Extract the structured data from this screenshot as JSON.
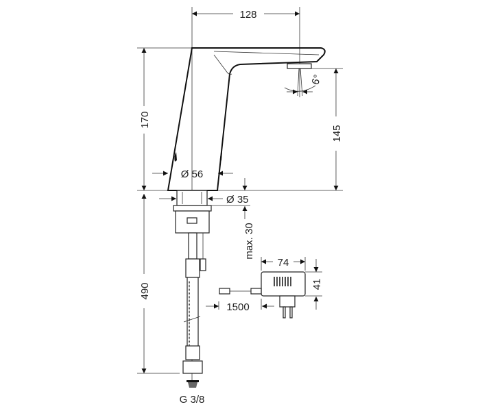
{
  "drawing": {
    "dimensions": {
      "spout_reach": "128",
      "total_height": "170",
      "spout_height": "145",
      "spray_angle": "6°",
      "body_diameter": "Ø 56",
      "shank_diameter": "Ø 35",
      "max_counter_thickness": "max. 30",
      "hose_length": "490",
      "adapter_width": "74",
      "adapter_height": "41",
      "cable_length": "1500",
      "thread": "G 3/8"
    },
    "colors": {
      "line": "#111111",
      "background": "#ffffff"
    }
  }
}
